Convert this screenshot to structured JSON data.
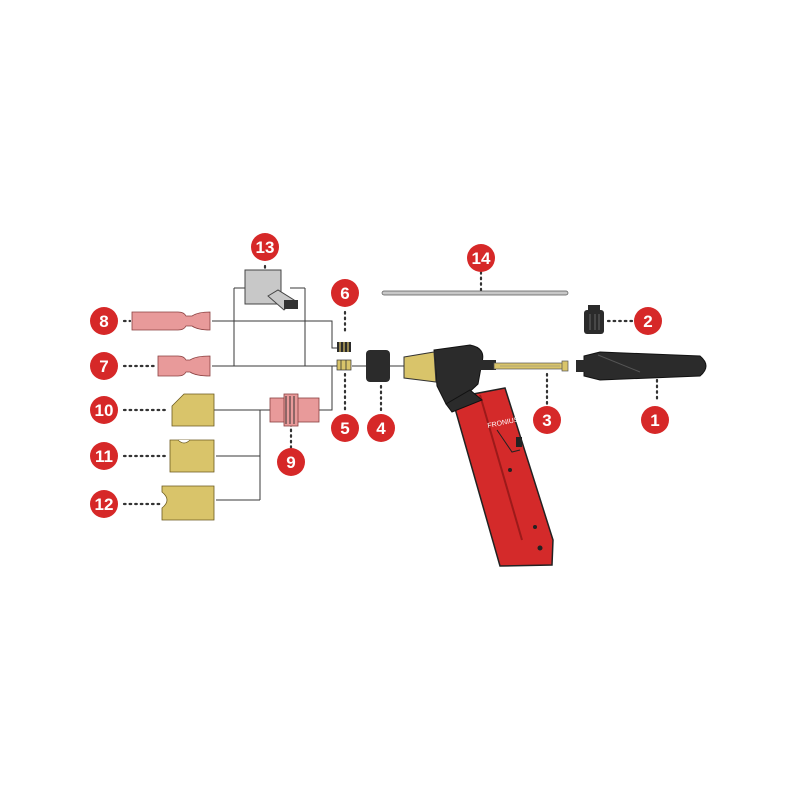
{
  "diagram": {
    "colors": {
      "badge": "#d62828",
      "badge_text": "#ffffff",
      "ceramic": "#e89a9a",
      "brass": "#d9c46a",
      "torch_red": "#d42a2a",
      "dark_parts": "#2b2b2b",
      "metal": "#c8c8c8"
    },
    "callouts": [
      "1",
      "2",
      "3",
      "4",
      "5",
      "6",
      "7",
      "8",
      "9",
      "10",
      "11",
      "12",
      "13",
      "14"
    ]
  }
}
